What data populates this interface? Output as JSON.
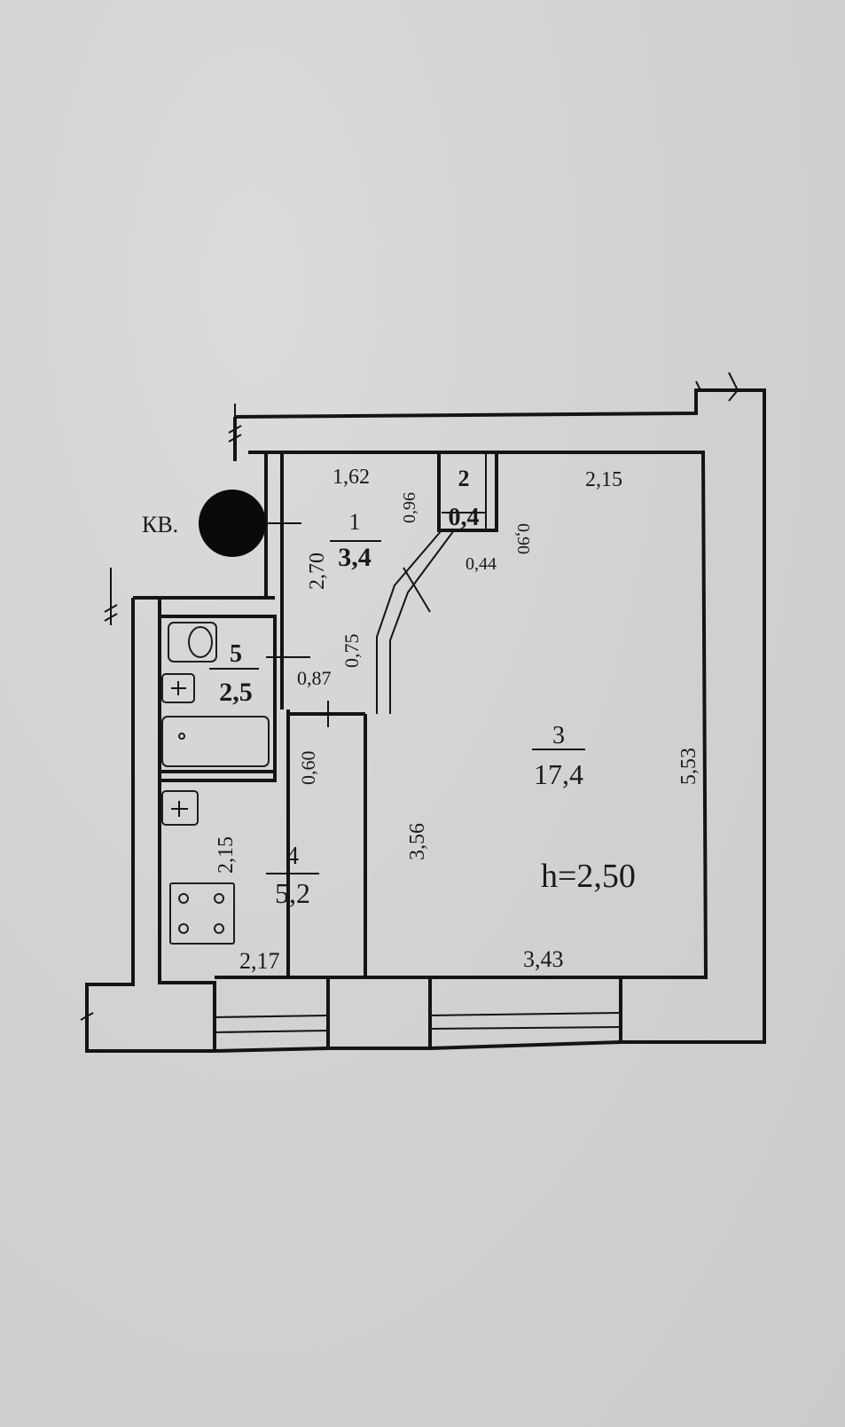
{
  "apartment_label": "КВ.",
  "ceiling_height": "h=2,50",
  "rooms": [
    {
      "number": "1",
      "area": "3,4"
    },
    {
      "number": "2",
      "area": "0,4"
    },
    {
      "number": "3",
      "area": "17,4"
    },
    {
      "number": "4",
      "area": "5,2"
    },
    {
      "number": "5",
      "area": "2,5"
    }
  ],
  "dimensions": {
    "hall_width": "1,62",
    "hall_length": "2,70",
    "closet_depth": "0,96",
    "closet_right": "0,90",
    "room_top": "2,15",
    "closet_door": "0,44",
    "hall_door": "0,75",
    "bath_door": "0,87",
    "kitchen_door": "0,60",
    "room_side_left": "3,56",
    "room_side_right": "5,53",
    "kitchen_side": "2,15",
    "kitchen_bottom": "2,17",
    "room_bottom": "3,43"
  },
  "colors": {
    "background": "#d4d4d2",
    "ink": "#141414",
    "redaction": "#0a0a0a"
  }
}
